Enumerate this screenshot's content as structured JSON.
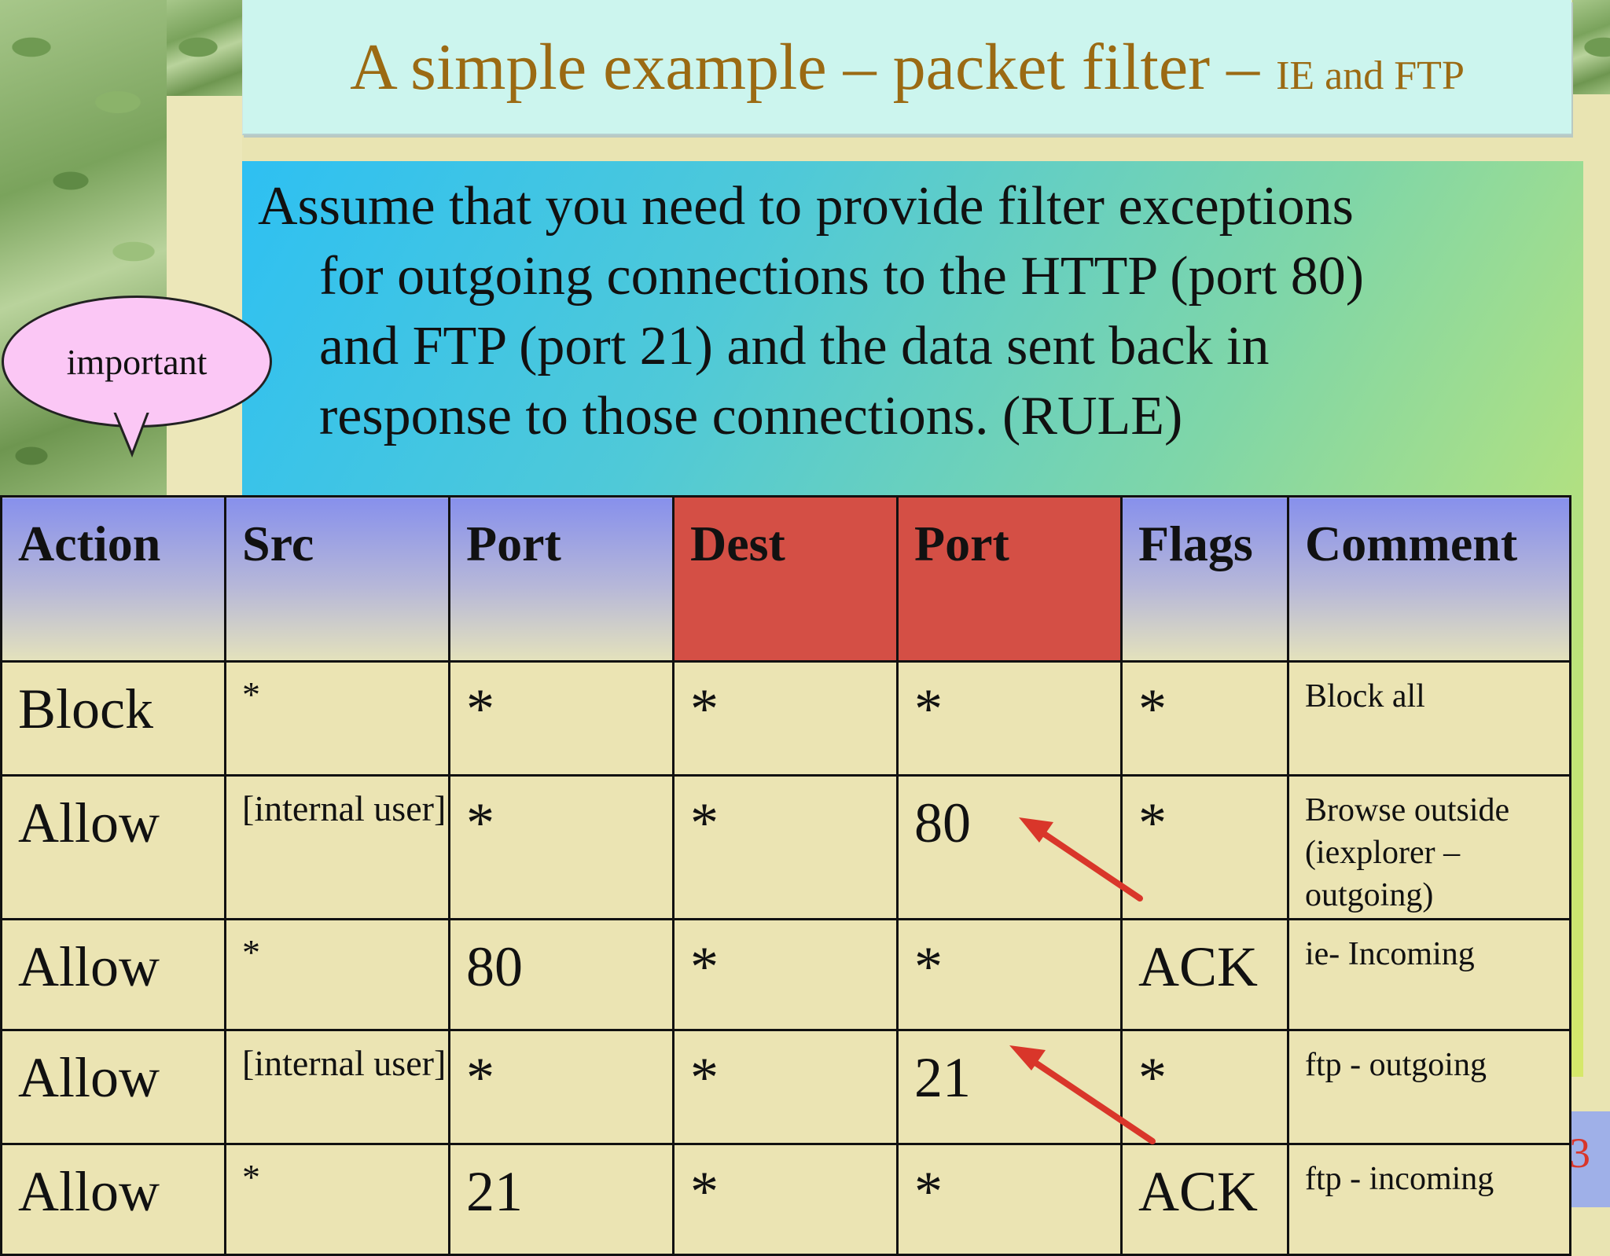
{
  "title": {
    "main": "A simple example – packet filter – ",
    "suffix": "IE and FTP"
  },
  "body": {
    "lines": [
      "Assume that you need to provide filter exceptions",
      "for outgoing connections to the HTTP (port 80)",
      "and FTP (port 21) and the data sent back in",
      "response to those connections. (RULE)"
    ]
  },
  "callout": {
    "label": "important"
  },
  "table": {
    "headers": [
      "Action",
      "Src",
      "Port",
      "Dest",
      "Port",
      "Flags",
      "Comment"
    ],
    "header_colors": {
      "default": "#8790ec",
      "highlight": "#d44f45"
    },
    "rows": [
      {
        "action": "Block",
        "src": "*",
        "src_port": "*",
        "dest": "*",
        "dest_port": "*",
        "flags": "*",
        "comment": "Block all"
      },
      {
        "action": "Allow",
        "src": "[internal user]",
        "src_port": "*",
        "dest": "*",
        "dest_port": "80",
        "flags": "*",
        "comment": "Browse outside (iexplorer – outgoing)"
      },
      {
        "action": "Allow",
        "src": "*",
        "src_port": "80",
        "dest": "*",
        "dest_port": "*",
        "flags": "ACK",
        "comment": "ie- Incoming"
      },
      {
        "action": "Allow",
        "src": "[internal user]",
        "src_port": "*",
        "dest": "*",
        "dest_port": "21",
        "flags": "*",
        "comment": "ftp - outgoing"
      },
      {
        "action": "Allow",
        "src": "*",
        "src_port": "21",
        "dest": "*",
        "dest_port": "*",
        "flags": "ACK",
        "comment": "ftp - incoming"
      }
    ]
  },
  "annotations": {
    "arrow_color": "#d9362a"
  },
  "page_number": "3"
}
